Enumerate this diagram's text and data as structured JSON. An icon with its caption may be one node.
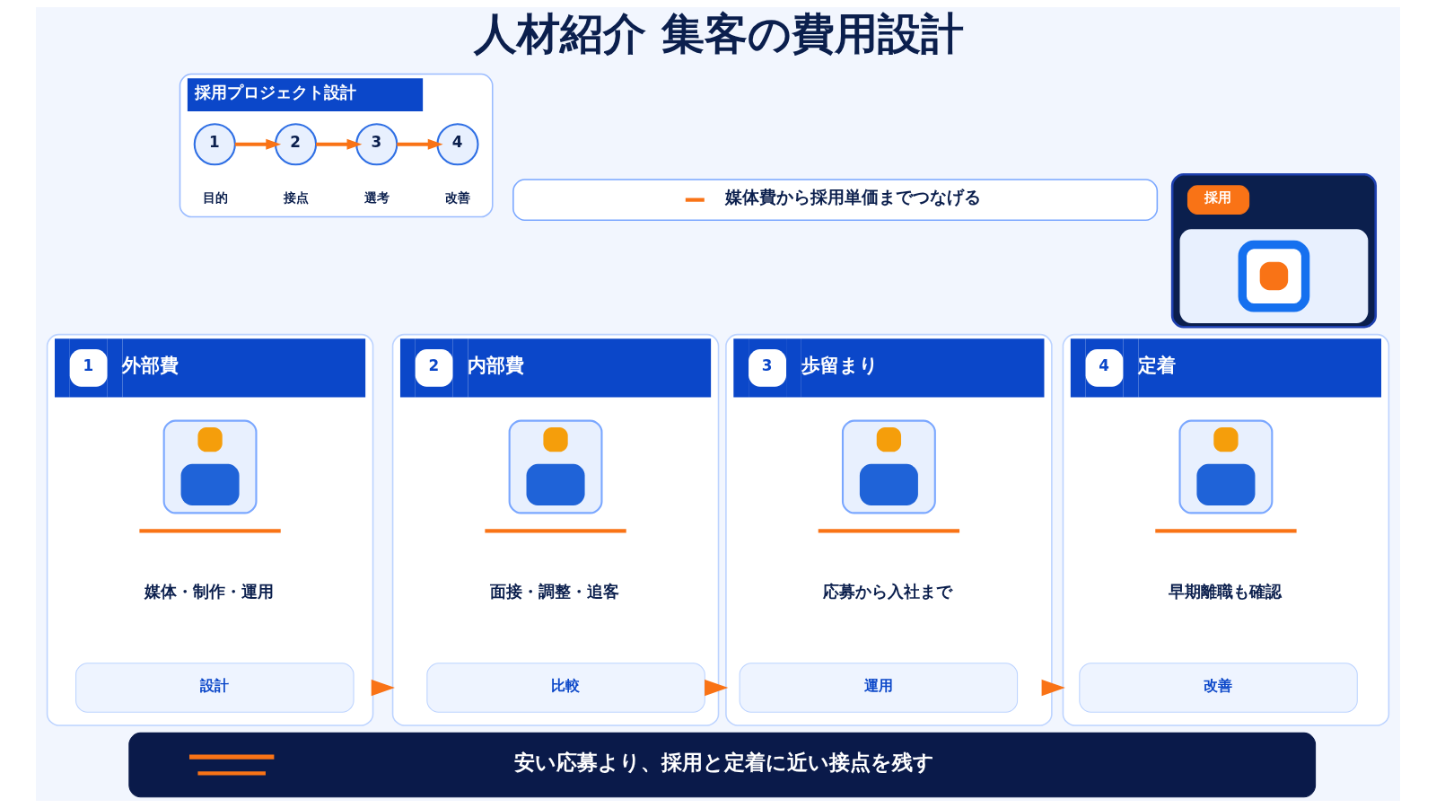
{
  "diagram": {
    "title": "人材紹介 集客の費用設計",
    "nodes": [
      {
        "text": [
          "採用プロジェクト設計"
        ]
      },
      {
        "text": [
          "1"
        ],
        "in": 0,
        "beside": [
          "目的"
        ]
      },
      {
        "text": [
          "2"
        ],
        "in": 0,
        "beside": [
          "接点"
        ]
      },
      {
        "text": [
          "3"
        ],
        "in": 0,
        "beside": [
          "選考"
        ]
      },
      {
        "text": [
          "4"
        ],
        "in": 0,
        "beside": [
          "改善"
        ]
      },
      {
        "text": [],
        "shape": "picture"
      },
      {
        "text": [
          "採用"
        ],
        "in": 5
      },
      {
        "text": [
          "媒体費から採用単価までつなげる"
        ]
      },
      {
        "text": [
          "1",
          "外部費",
          "媒体・制作・運用"
        ]
      },
      {
        "text": [
          "設計"
        ],
        "in": 8
      },
      {
        "text": [
          "2",
          "内部費",
          "面接・調整・追客"
        ]
      },
      {
        "text": [
          "比較"
        ],
        "in": 10
      },
      {
        "text": [
          "3",
          "歩留まり",
          "応募から入社まで"
        ]
      },
      {
        "text": [
          "運用"
        ],
        "in": 12
      },
      {
        "text": [
          "4",
          "定着",
          "早期離職も確認"
        ]
      },
      {
        "text": [
          "改善"
        ],
        "in": 14
      },
      {
        "text": [
          "安い応募より、採用と定着に近い接点を残す"
        ]
      }
    ],
    "edges": [
      {
        "from": 1,
        "to": 2,
        "arrow": "to"
      },
      {
        "from": 2,
        "to": 3,
        "arrow": "to"
      },
      {
        "from": 3,
        "to": 4,
        "arrow": "to"
      },
      {
        "from": 8,
        "to": 10,
        "arrow": "to"
      },
      {
        "from": 10,
        "to": 12,
        "arrow": "to"
      },
      {
        "from": 12,
        "to": 14,
        "arrow": "to"
      }
    ]
  }
}
